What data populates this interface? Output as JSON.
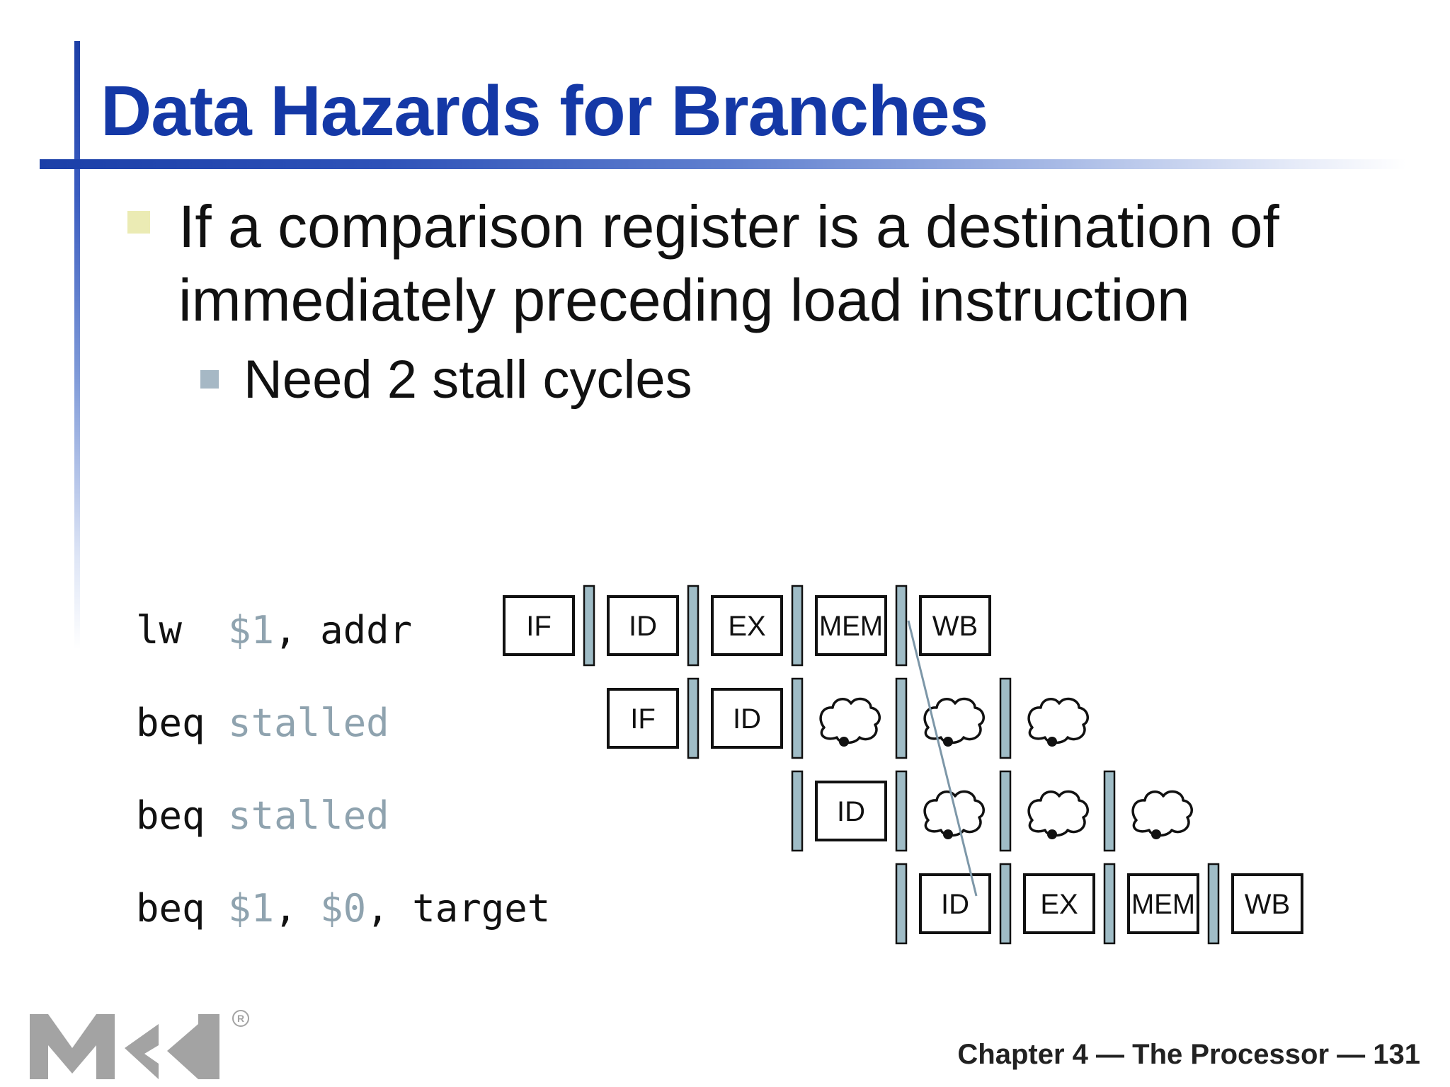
{
  "slide": {
    "title": "Data Hazards for Branches",
    "bullet1": "If a comparison register is a destination of immediately preceding load instruction",
    "bullet2": "Need 2 stall cycles"
  },
  "code": [
    {
      "op": "lw",
      "sep1": "  ",
      "arg1": "$1",
      "sep2": ", ",
      "arg2": "addr",
      "sep3": "",
      "arg3": ""
    },
    {
      "op": "beq",
      "sep1": " ",
      "arg1": "stalled",
      "sep2": "",
      "arg2": "",
      "sep3": "",
      "arg3": ""
    },
    {
      "op": "beq",
      "sep1": " ",
      "arg1": "stalled",
      "sep2": "",
      "arg2": "",
      "sep3": "",
      "arg3": ""
    },
    {
      "op": "beq",
      "sep1": " ",
      "arg1": "$1",
      "sep2": ", ",
      "arg2": "$0",
      "sep3": ", ",
      "arg3": "target"
    }
  ],
  "pipeline": {
    "rows": [
      {
        "stages": [
          "IF",
          "ID",
          "EX",
          "MEM",
          "WB"
        ]
      },
      {
        "stages": [
          "IF",
          "ID",
          "bubble",
          "bubble",
          "bubble"
        ]
      },
      {
        "stages": [
          "ID",
          "bubble",
          "bubble",
          "bubble"
        ]
      },
      {
        "stages": [
          "ID",
          "EX",
          "MEM",
          "WB"
        ]
      }
    ],
    "colors": {
      "register": "#9fbcc6",
      "stroke": "#111111",
      "arrow": "#7d97a8"
    }
  },
  "footer": "Chapter 4 — The Processor — 131",
  "logo": {
    "letters": "MK",
    "mark": "®"
  },
  "colors": {
    "title": "#1438a6",
    "text": "#111111",
    "register_text": "#8fa3af",
    "bullet_main": "#ebebb4",
    "bullet_sub": "#a6b8c5"
  }
}
